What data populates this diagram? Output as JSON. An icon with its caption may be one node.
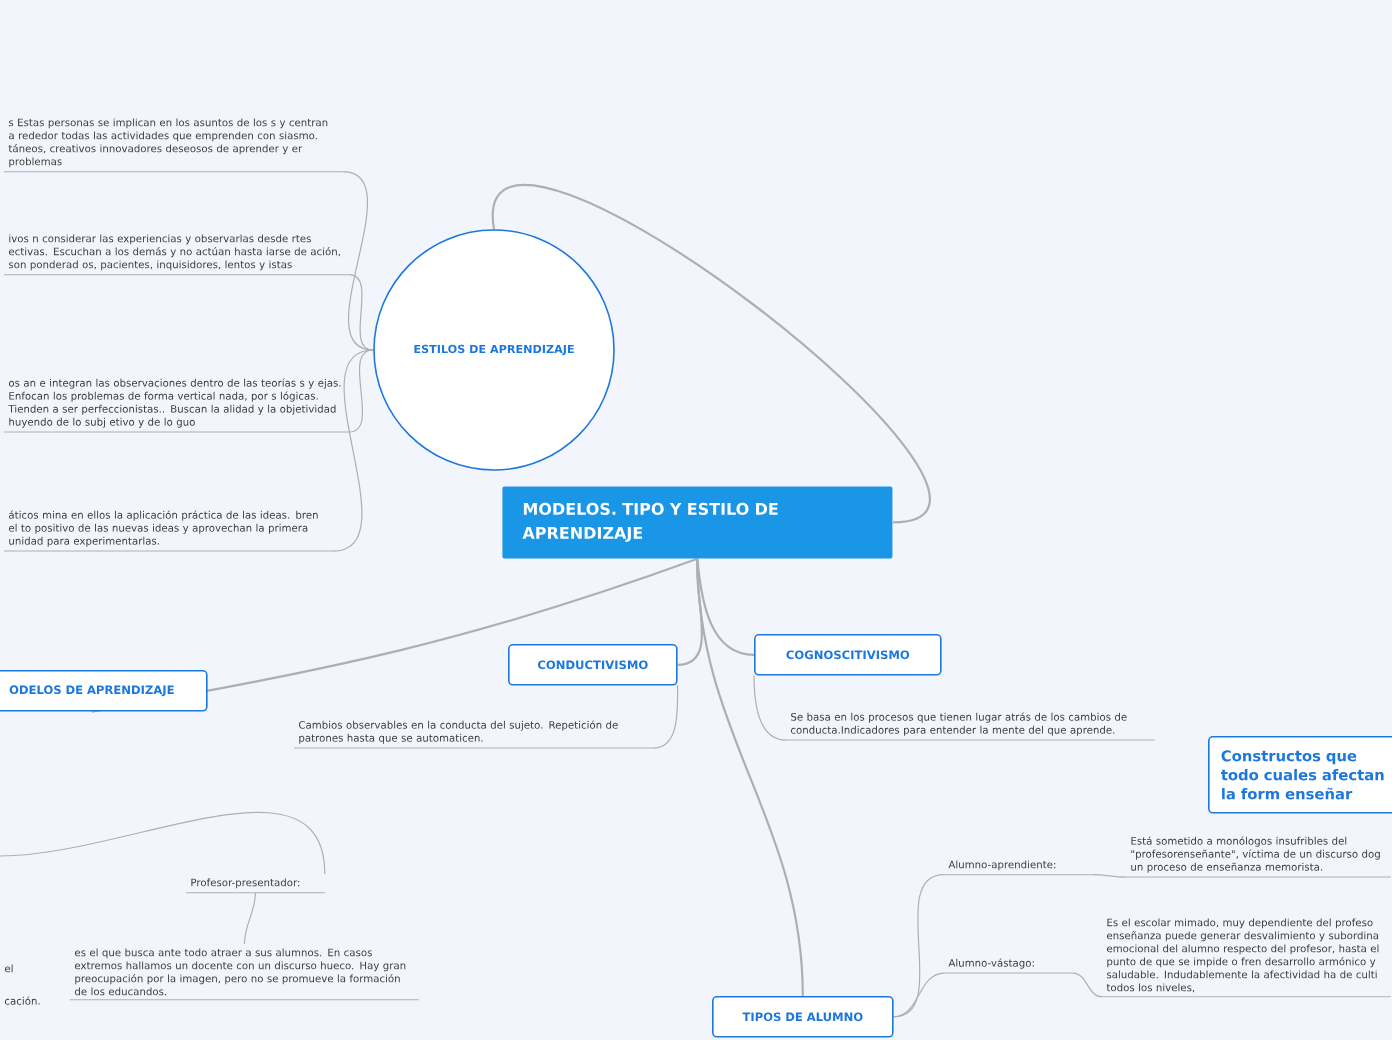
{
  "diagram": {
    "nodes": [
      {
        "text": [
          "MODELOS. TIPO Y ESTILO DE APRENDIZAJE"
        ]
      },
      {
        "text": [
          "ESTILOS DE APRENDIZAJE"
        ]
      },
      {
        "text": [
          "s Estas personas se implican en los asuntos de los s y centran a rededor todas las actividades que emprenden con siasmo. táneos, creativos innovadores deseosos de aprender y er problemas"
        ]
      },
      {
        "text": [
          "ivos n considerar las experiencias y observarlas desde rtes ectivas. Escuchan a los demás y no actúan hasta iarse de ación, son ponderad os, pacientes, inquisidores, lentos y istas"
        ]
      },
      {
        "text": [
          "os an e integran las observaciones dentro de las teorías s y ejas. Enfocan los problemas de forma vertical nada, por s lógicas. Tienden a ser perfeccionistas.. Buscan la alidad y la objetividad huyendo de lo subj etivo y de lo guo"
        ]
      },
      {
        "text": [
          "áticos mina en ellos la aplicación práctica de las ideas. bren el to positivo de las nuevas ideas y aprovechan la primera unidad para experimentarlas."
        ]
      },
      {
        "text": [
          "CONDUCTIVISMO"
        ]
      },
      {
        "text": [
          "Cambios observables en la conducta del sujeto. Repetición de patrones hasta que se automaticen."
        ]
      },
      {
        "text": [
          "COGNOSCITIVISMO"
        ]
      },
      {
        "text": [
          "Se basa en los procesos que tienen lugar atrás de los cambios de conducta.Indicadores para entender la mente del que aprende."
        ]
      },
      {
        "text": [
          "Constructos que todo cuales afectan la form enseñar"
        ]
      },
      {
        "text": [
          "ODELOS DE APRENDIZAJE"
        ]
      },
      {
        "text": [
          "TIPOS DE ALUMNO"
        ]
      },
      {
        "text": [
          "Alumno-aprendiente:"
        ]
      },
      {
        "text": [
          "Está sometido a monólogos insufribles del \"profesorenseñante\", víctima de un discurso dog un proceso de enseñanza memorista."
        ]
      },
      {
        "text": [
          "Alumno-vástago:"
        ]
      },
      {
        "text": [
          "Es el escolar mimado, muy dependiente del profeso enseñanza puede generar desvalimiento y subordina emocional del alumno respecto del profesor, hasta el punto de que se impide o fren desarrollo armónico y saludable. Indudablemente la afectividad ha de culti todos los niveles,"
        ]
      },
      {
        "text": [
          "Profesor-presentador:"
        ]
      },
      {
        "text": [
          "es el que busca ante todo atraer a sus alumnos. En casos extremos hallamos un docente con un discurso hueco. Hay gran preocupación por la imagen, pero no se promueve la formación de los educandos."
        ]
      }
    ],
    "edges": [
      {
        "from": 0,
        "to": 1,
        "arrow": "none"
      },
      {
        "from": 1,
        "to": 2,
        "arrow": "none"
      },
      {
        "from": 1,
        "to": 3,
        "arrow": "none"
      },
      {
        "from": 1,
        "to": 4,
        "arrow": "none"
      },
      {
        "from": 1,
        "to": 5,
        "arrow": "none"
      },
      {
        "from": 0,
        "to": 6,
        "arrow": "none"
      },
      {
        "from": 6,
        "to": 7,
        "arrow": "none"
      },
      {
        "from": 0,
        "to": 8,
        "arrow": "none"
      },
      {
        "from": 8,
        "to": 9,
        "arrow": "none"
      },
      {
        "from": 0,
        "to": 11,
        "arrow": "none"
      },
      {
        "from": 0,
        "to": 12,
        "arrow": "none"
      },
      {
        "from": 12,
        "to": 13,
        "arrow": "none"
      },
      {
        "from": 13,
        "to": 14,
        "arrow": "none"
      },
      {
        "from": 12,
        "to": 15,
        "arrow": "none"
      },
      {
        "from": 15,
        "to": 16,
        "arrow": "none"
      },
      {
        "from": null,
        "to": 17,
        "arrow": "none"
      },
      {
        "from": 17,
        "to": 18,
        "arrow": "none"
      }
    ],
    "labels": [
      "el",
      "cación."
    ]
  }
}
